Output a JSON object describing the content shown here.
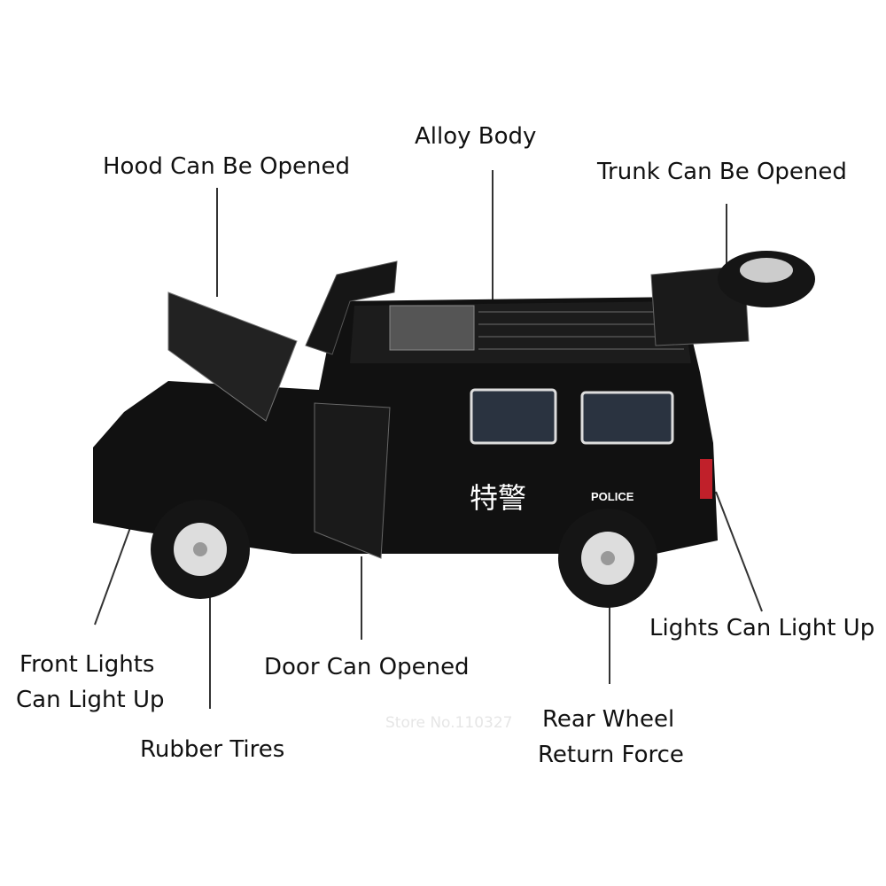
{
  "labels": {
    "alloy_body": "Alloy Body",
    "hood": "Hood Can Be Opened",
    "trunk": "Trunk Can Be Opened",
    "lights": "Lights Can Light Up",
    "front_lights_1": "Front Lights",
    "front_lights_2": "Can Light Up",
    "door": "Door Can Opened",
    "rubber_tires": "Rubber Tires",
    "rear_wheel_1": "Rear Wheel",
    "rear_wheel_2": "Return Force"
  },
  "car": {
    "side_text": "POLICE",
    "chinese_text": "特警"
  },
  "watermark": "Store No.110327",
  "colors": {
    "body": "#111111",
    "line": "#333333"
  }
}
